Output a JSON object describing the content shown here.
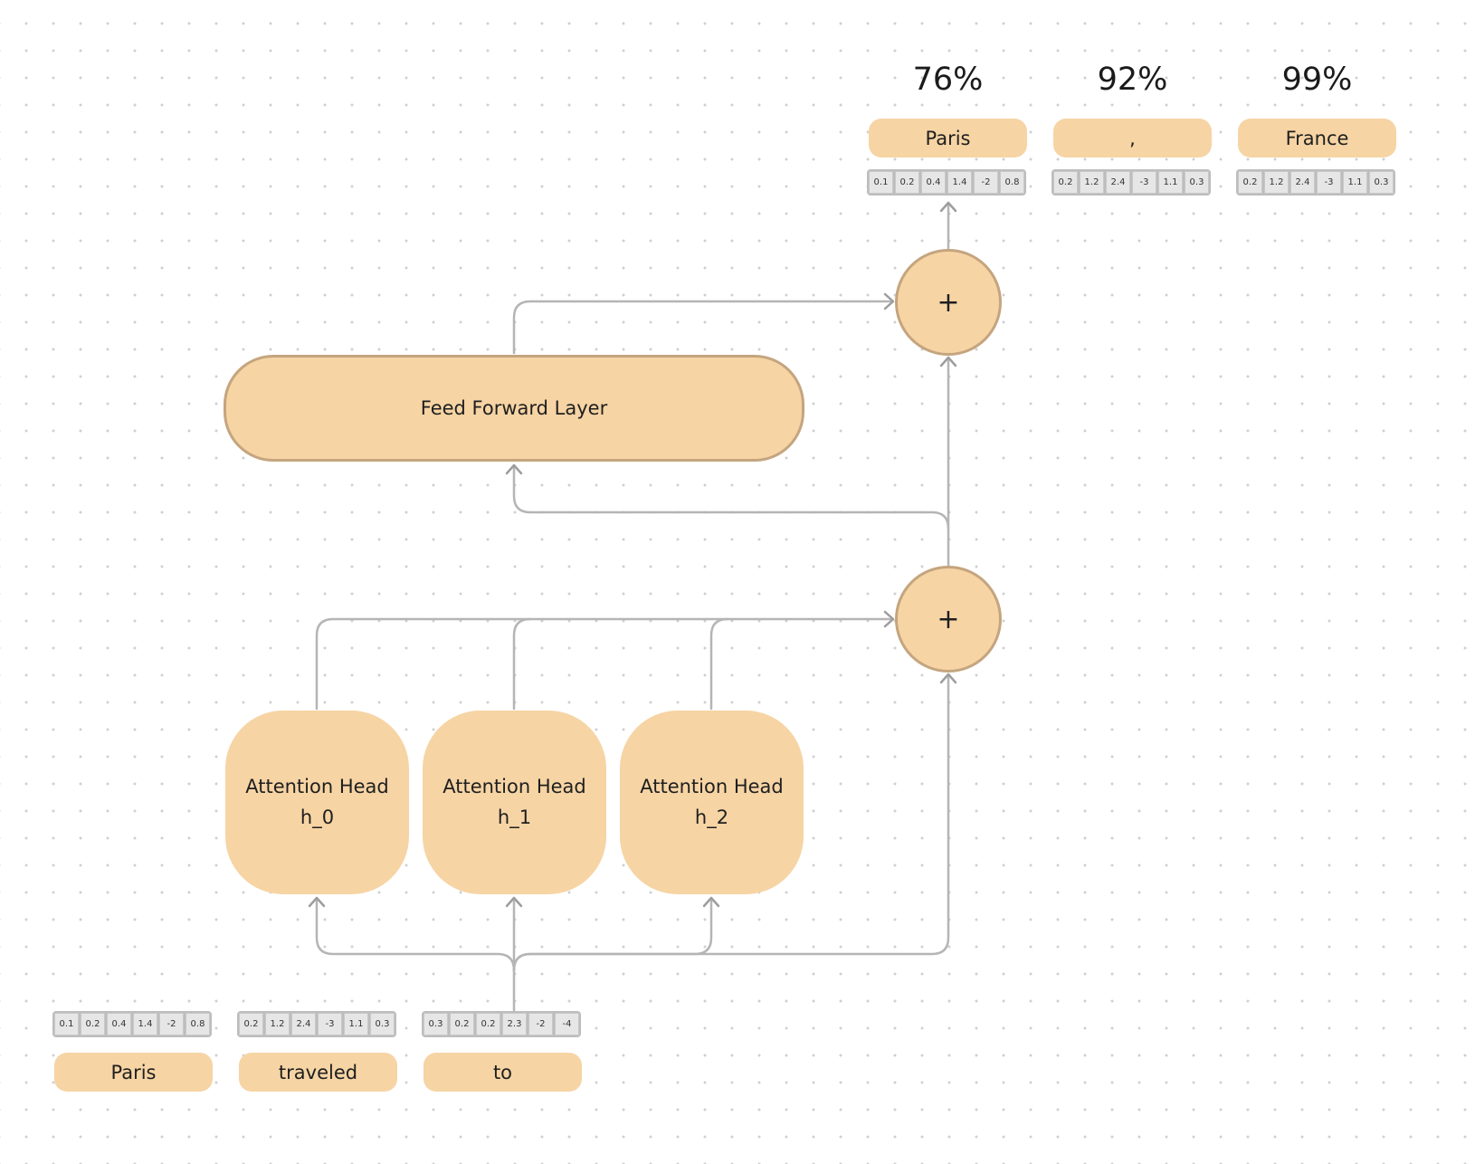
{
  "blocks": {
    "feed_forward": "Feed Forward Layer",
    "add_symbol": "+",
    "heads": [
      {
        "title": "Attention Head",
        "id": "h_0"
      },
      {
        "title": "Attention Head",
        "id": "h_1"
      },
      {
        "title": "Attention Head",
        "id": "h_2"
      }
    ]
  },
  "inputs": [
    {
      "token": "Paris",
      "vector": [
        "0.1",
        "0.2",
        "0.4",
        "1.4",
        "-2",
        "0.8"
      ]
    },
    {
      "token": "traveled",
      "vector": [
        "0.2",
        "1.2",
        "2.4",
        "-3",
        "1.1",
        "0.3"
      ]
    },
    {
      "token": "to",
      "vector": [
        "0.3",
        "0.2",
        "0.2",
        "2.3",
        "-2",
        "-4"
      ]
    }
  ],
  "outputs": [
    {
      "token": "Paris",
      "probability": "76%",
      "vector": [
        "0.1",
        "0.2",
        "0.4",
        "1.4",
        "-2",
        "0.8"
      ]
    },
    {
      "token": ",",
      "probability": "92%",
      "vector": [
        "0.2",
        "1.2",
        "2.4",
        "-3",
        "1.1",
        "0.3"
      ]
    },
    {
      "token": "France",
      "probability": "99%",
      "vector": [
        "0.2",
        "1.2",
        "2.4",
        "-3",
        "1.1",
        "0.3"
      ]
    }
  ],
  "colors": {
    "block_fill": "#f6d4a4",
    "block_border": "#c4a57f",
    "wire": "#b5b5b5"
  }
}
